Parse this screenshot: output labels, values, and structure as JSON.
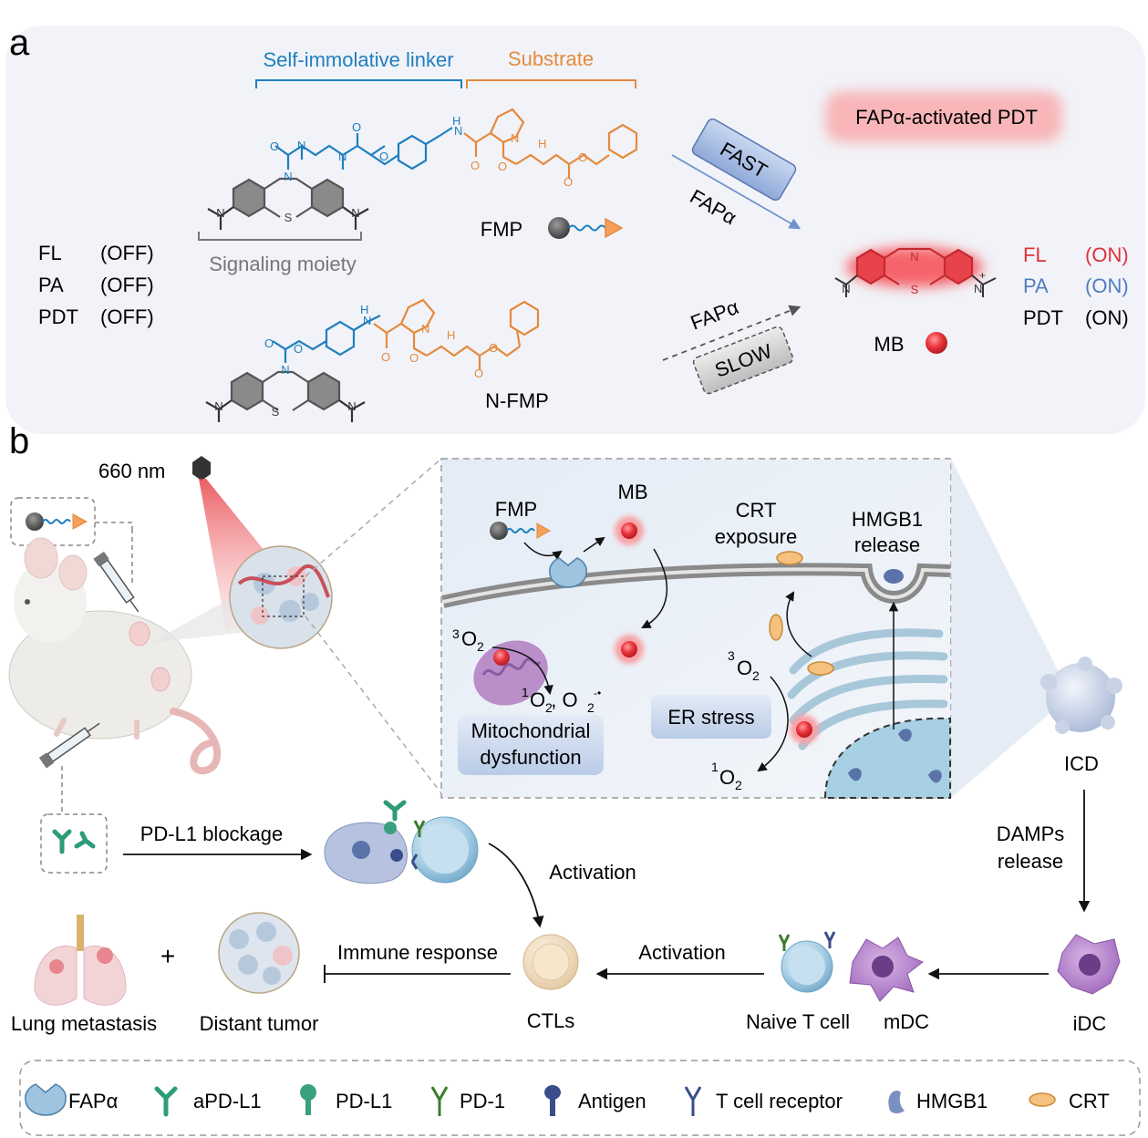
{
  "panel_a": {
    "letter": "a",
    "linker_label": "Self-immolative linker",
    "substrate_label": "Substrate",
    "signaling_label": "Signaling moiety",
    "fmp_label": "FMP",
    "nfmp_label": "N-FMP",
    "fast_label": "FAST",
    "slow_label": "SLOW",
    "fapa_top": "FAPα",
    "fapa_bottom": "FAPα",
    "pdt_banner": "FAPα-activated PDT",
    "mb_label": "MB",
    "left_states": [
      {
        "name": "FL",
        "state": "(OFF)"
      },
      {
        "name": "PA",
        "state": "(OFF)"
      },
      {
        "name": "PDT",
        "state": "(OFF)"
      }
    ],
    "right_states": [
      {
        "name": "FL",
        "state": "(ON)"
      },
      {
        "name": "PA",
        "state": "(ON)"
      },
      {
        "name": "PDT",
        "state": "(ON)"
      }
    ],
    "atoms": {
      "n": "N",
      "s": "S",
      "o": "O",
      "nh": "H",
      "nplus": "N",
      "plus": "+"
    }
  },
  "panel_b": {
    "letter": "b",
    "laser": "660 nm",
    "inset": {
      "fmp": "FMP",
      "mb": "MB",
      "crt_1": "CRT",
      "crt_2": "exposure",
      "hmgb1_1": "HMGB1",
      "hmgb1_2": "release",
      "o2_mito_top": "O",
      "o2_mito_products": "O  , O",
      "mito_1": "Mitochondrial",
      "mito_2": "dysfunction",
      "er_stress": "ER stress",
      "o2_er_top": "O",
      "o2_er_bottom": "O",
      "sup3": "3",
      "sup1": "1",
      "sub2": "2",
      "radical": "-•"
    },
    "icd": "ICD",
    "damps_1": "DAMPs",
    "damps_2": "release",
    "pdl1_blockage": "PD-L1 blockage",
    "activation_top": "Activation",
    "activation_mid": "Activation",
    "immune_response": "Immune response",
    "ctls": "CTLs",
    "naive_t": "Naive T cell",
    "mdc": "mDC",
    "idc": "iDC",
    "lung": "Lung metastasis",
    "plus": "+",
    "distant": "Distant tumor"
  },
  "legend": [
    {
      "label": "FAPα"
    },
    {
      "label": "aPD-L1"
    },
    {
      "label": "PD-L1"
    },
    {
      "label": "PD-1"
    },
    {
      "label": "Antigen"
    },
    {
      "label": "T cell receptor"
    },
    {
      "label": "HMGB1"
    },
    {
      "label": "CRT"
    }
  ],
  "colors": {
    "linker_blue": "#1f7fbf",
    "substrate_orange": "#e58a3c",
    "on_red": "#e0303a",
    "on_blue": "#4f7cc0",
    "mb_red": "#e8343c"
  }
}
